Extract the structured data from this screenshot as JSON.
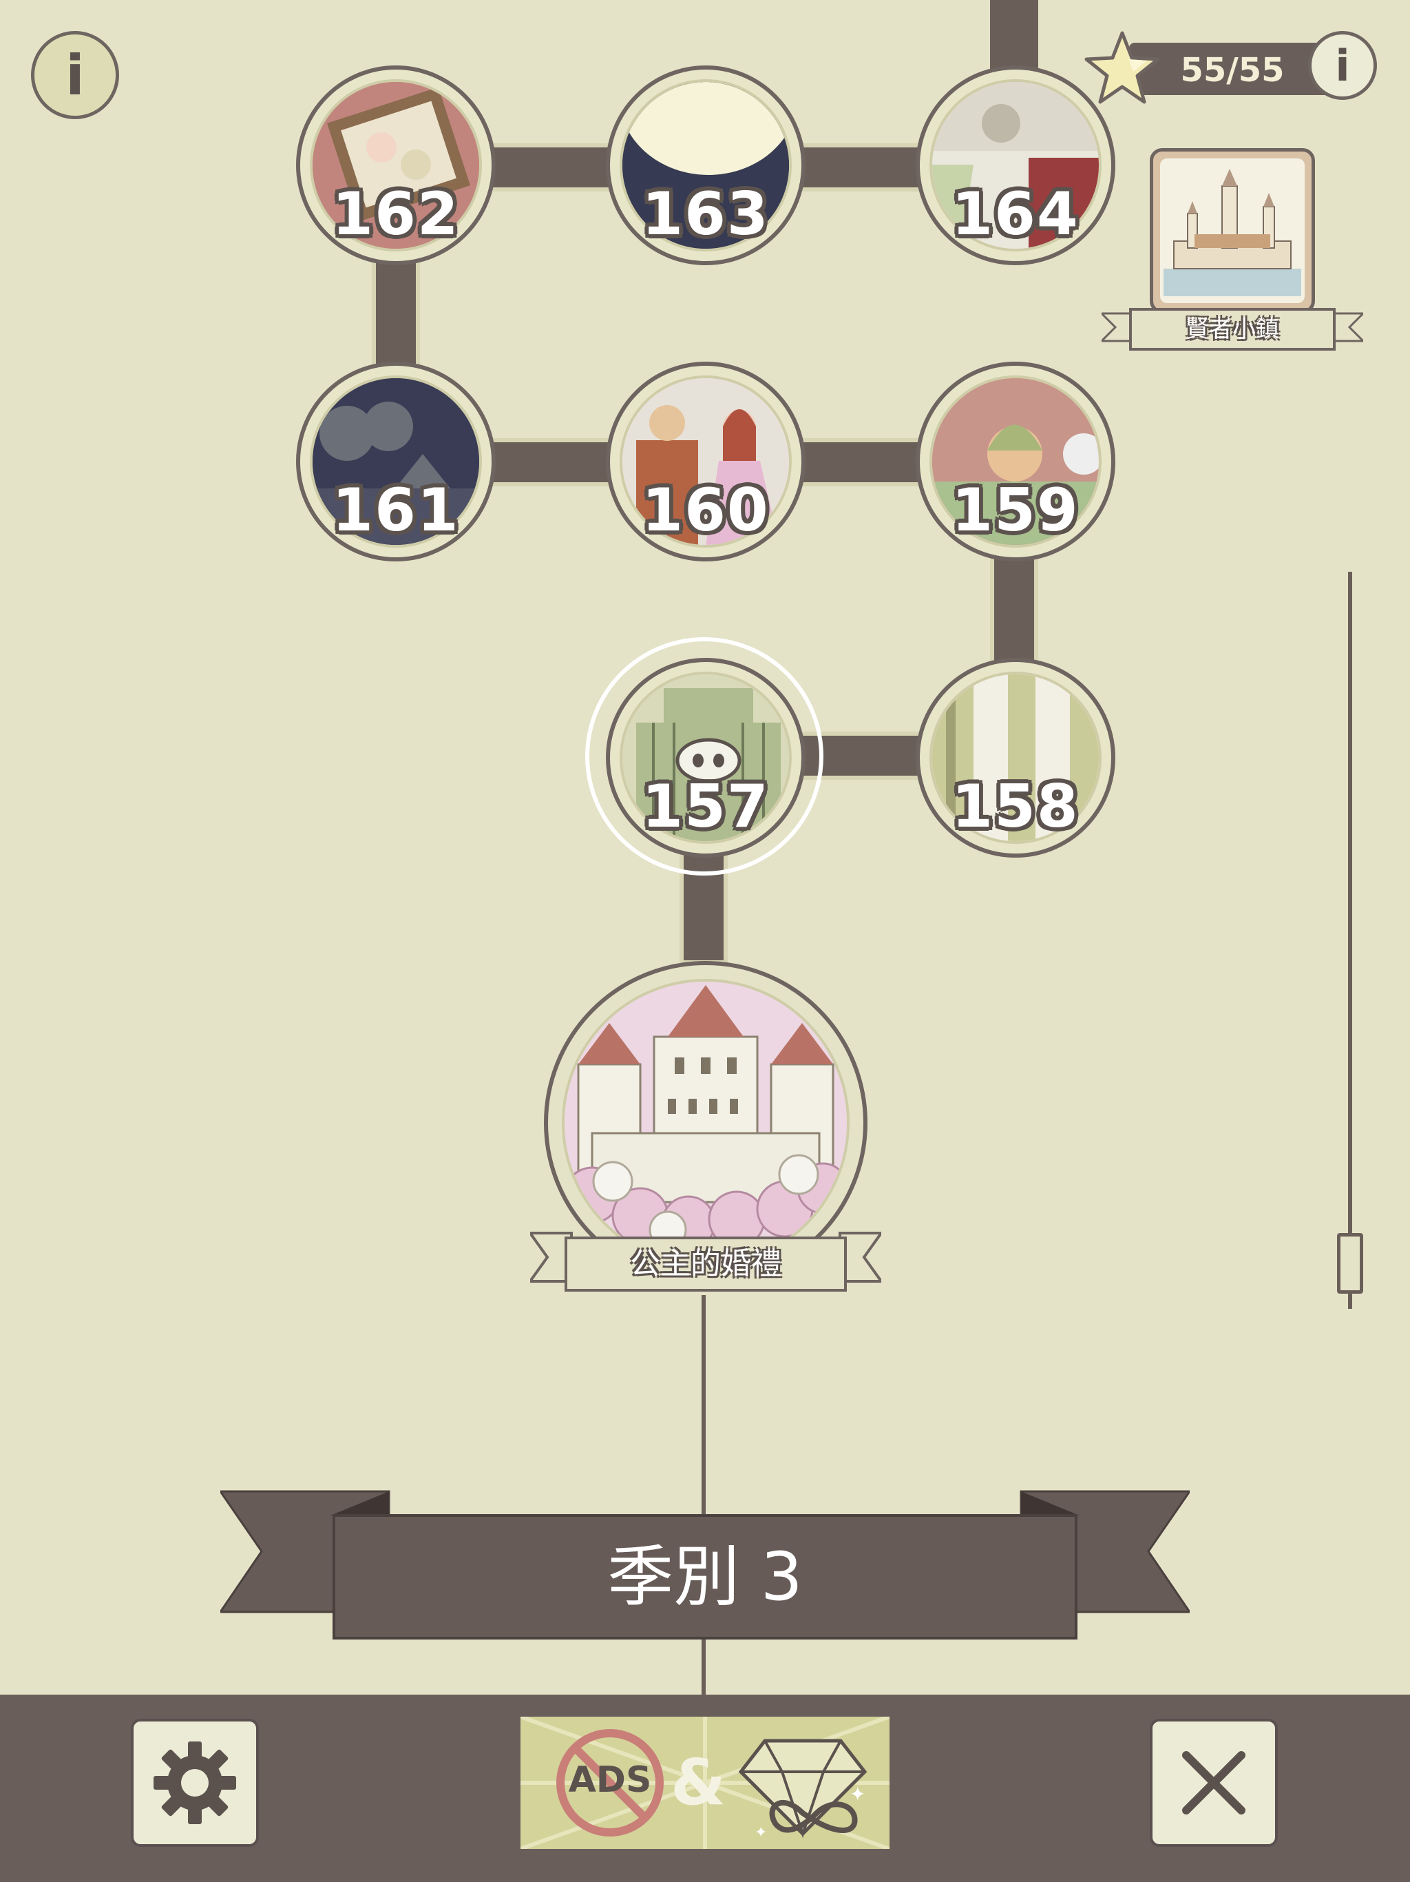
{
  "header": {
    "info_left_label": "i",
    "star_count": "55/55",
    "info_right_label": "i"
  },
  "levels": [
    {
      "number": "157",
      "current": true
    },
    {
      "number": "158"
    },
    {
      "number": "159"
    },
    {
      "number": "160"
    },
    {
      "number": "161"
    },
    {
      "number": "162"
    },
    {
      "number": "163"
    },
    {
      "number": "164"
    }
  ],
  "chapters": {
    "current_title": "公主的婚禮",
    "next_title": "賢者小鎮"
  },
  "season_banner": "季別 3",
  "bottom_bar": {
    "ads_text": "ADS",
    "ampersand": "&"
  },
  "colors": {
    "background": "#e4e3c8",
    "dark": "#6a5e5a",
    "accent": "#dcdca6"
  }
}
